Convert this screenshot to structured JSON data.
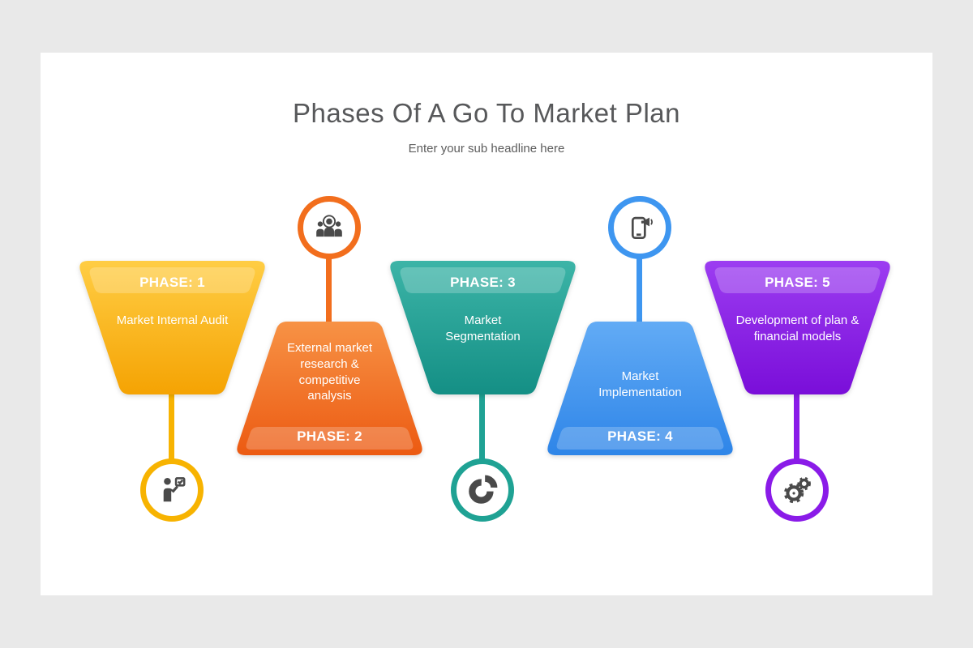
{
  "page": {
    "background_color": "#e9e9e9",
    "canvas_color": "#ffffff"
  },
  "header": {
    "title": "Phases Of A Go To Market Plan",
    "subtitle": "Enter your sub headline here"
  },
  "phases": [
    {
      "label": "PHASE: 1",
      "description": "Market Internal Audit",
      "orientation": "down",
      "color": "#F7B301",
      "color_light": "#FFCD44",
      "color_dark": "#F5A303",
      "icon": "presenter-icon"
    },
    {
      "label": "PHASE: 2",
      "description": "External market research & competitive analysis",
      "orientation": "up",
      "color": "#F26E1D",
      "color_light": "#F79245",
      "color_dark": "#EC5A12",
      "icon": "team-icon"
    },
    {
      "label": "PHASE: 3",
      "description": "Market Segmentation",
      "orientation": "down",
      "color": "#1FA294",
      "color_light": "#3CB4A7",
      "color_dark": "#148F85",
      "icon": "pie-chart-icon"
    },
    {
      "label": "PHASE: 4",
      "description": "Market Implementation",
      "orientation": "up",
      "color": "#3E96F0",
      "color_light": "#62ABF5",
      "color_dark": "#2E85E8",
      "icon": "phone-megaphone-icon"
    },
    {
      "label": "PHASE: 5",
      "description": "Development of plan & financial models",
      "orientation": "down",
      "color": "#8A1BE8",
      "color_light": "#9C3DF1",
      "color_dark": "#7A0ED9",
      "icon": "gears-icon"
    }
  ]
}
